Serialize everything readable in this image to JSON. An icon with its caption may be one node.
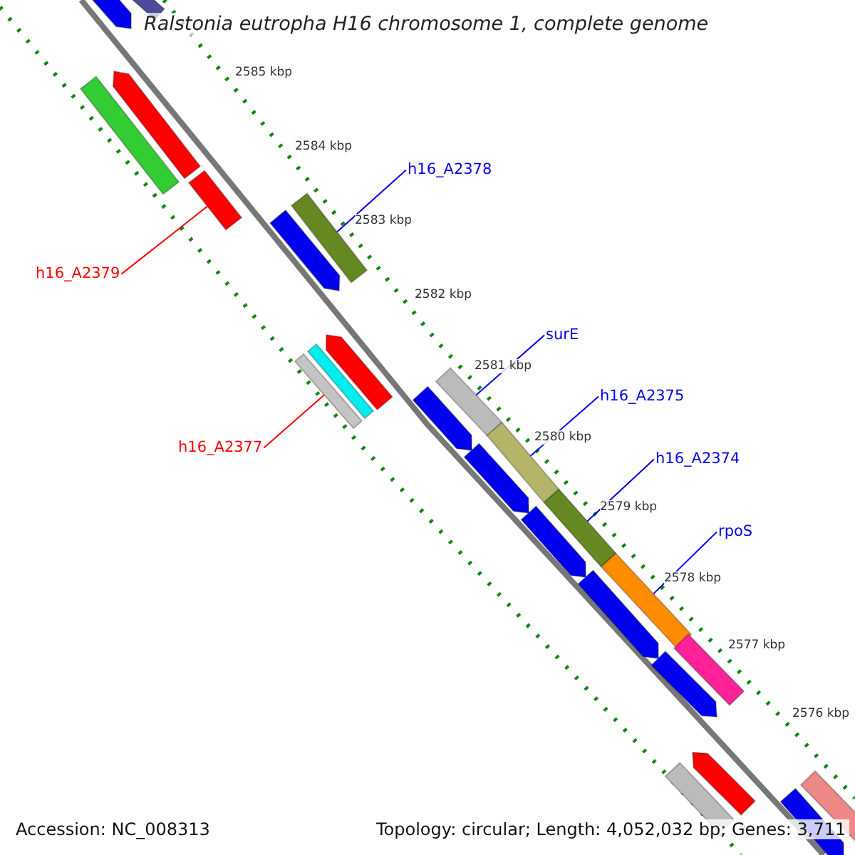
{
  "diagram": {
    "title": "Ralstonia eutropha H16 chromosome 1, complete genome",
    "nodes": [
      {
        "text": [
          "h16_A2378"
        ]
      },
      {
        "text": [
          "h16_A2379"
        ]
      },
      {
        "text": [
          "surE"
        ]
      },
      {
        "text": [
          "h16_A2377"
        ]
      },
      {
        "text": [
          "h16_A2375"
        ]
      },
      {
        "text": [
          "h16_A2374"
        ]
      },
      {
        "text": [
          "rpoS"
        ]
      },
      {
        "text": [],
        "shape": "bar"
      },
      {
        "text": [],
        "shape": "bar"
      },
      {
        "text": [],
        "shape": "bar"
      },
      {
        "text": [],
        "shape": "bar"
      },
      {
        "text": [],
        "shape": "bar"
      },
      {
        "text": [],
        "shape": "bar"
      },
      {
        "text": [],
        "shape": "bar"
      },
      {
        "text": [],
        "shape": "bar"
      },
      {
        "text": [],
        "shape": "bar"
      },
      {
        "text": [],
        "shape": "bar"
      },
      {
        "text": [],
        "shape": "bar"
      },
      {
        "text": [],
        "shape": "bar"
      },
      {
        "text": [],
        "shape": "bar"
      },
      {
        "text": [],
        "shape": "bar"
      },
      {
        "text": [],
        "shape": "bar"
      },
      {
        "text": [],
        "shape": "bar"
      },
      {
        "text": [],
        "shape": "bar"
      },
      {
        "text": [],
        "shape": "bar"
      },
      {
        "text": [],
        "shape": "bar"
      },
      {
        "text": [],
        "shape": "bar"
      },
      {
        "text": [],
        "shape": "bar"
      },
      {
        "text": [],
        "shape": "bar"
      },
      {
        "text": [],
        "shape": "bar"
      },
      {
        "text": [],
        "shape": "bar"
      }
    ],
    "edges": [
      {
        "from": 0,
        "to": 12,
        "arrow": "none"
      },
      {
        "from": 1,
        "to": 11,
        "arrow": "none",
        "color": "#ff0000"
      },
      {
        "from": 2,
        "to": 17,
        "arrow": "none"
      },
      {
        "from": 3,
        "to": 16,
        "arrow": "none",
        "color": "#ff0000"
      },
      {
        "from": 4,
        "to": 19,
        "arrow": "none"
      },
      {
        "from": 5,
        "to": 21,
        "arrow": "none"
      },
      {
        "from": 6,
        "to": 23,
        "arrow": "none"
      }
    ],
    "labels": [
      "2585 kbp",
      "2584 kbp",
      "2583 kbp",
      "2582 kbp",
      "2581 kbp",
      "2580 kbp",
      "2579 kbp",
      "2578 kbp",
      "2577 kbp",
      "2576 kbp",
      "Accession: NC_008313",
      "Topology: circular; Length: 4,052,032 bp; Genes: 3,711"
    ]
  }
}
